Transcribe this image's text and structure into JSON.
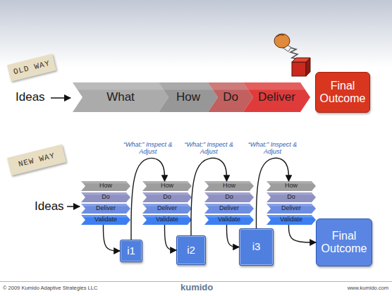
{
  "diagram": {
    "nodes": [
      {
        "text": [
          "OLD WAY"
        ]
      },
      {
        "text": [
          "What"
        ]
      },
      {
        "text": [
          "How"
        ]
      },
      {
        "text": [
          "Do"
        ]
      },
      {
        "text": [
          "Deliver"
        ]
      },
      {
        "text": [
          "Final Outcome"
        ]
      },
      {
        "text": [
          "NEW WAY"
        ]
      },
      {
        "text": [
          "How"
        ]
      },
      {
        "text": [
          "Do"
        ]
      },
      {
        "text": [
          "Deliver"
        ]
      },
      {
        "text": [
          "Validate"
        ]
      },
      {
        "text": [
          "i1"
        ]
      },
      {
        "text": [
          "How"
        ]
      },
      {
        "text": [
          "Do"
        ]
      },
      {
        "text": [
          "Deliver"
        ]
      },
      {
        "text": [
          "Validate"
        ]
      },
      {
        "text": [
          "i2"
        ]
      },
      {
        "text": [
          "How"
        ]
      },
      {
        "text": [
          "Do"
        ]
      },
      {
        "text": [
          "Deliver"
        ]
      },
      {
        "text": [
          "Validate"
        ]
      },
      {
        "text": [
          "i3"
        ]
      },
      {
        "text": [
          "How"
        ]
      },
      {
        "text": [
          "Do"
        ]
      },
      {
        "text": [
          "Deliver"
        ]
      },
      {
        "text": [
          "Validate"
        ]
      },
      {
        "text": [
          "Final Outcome"
        ]
      }
    ],
    "edges": [
      {
        "from": 10,
        "to": 11,
        "arrow": "to"
      },
      {
        "from": 11,
        "to": 12,
        "arrow": "to",
        "label": "“What:” Inspect & Adjust"
      },
      {
        "from": 15,
        "to": 16,
        "arrow": "to"
      },
      {
        "from": 16,
        "to": 17,
        "arrow": "to",
        "label": "“What:” Inspect & Adjust"
      },
      {
        "from": 20,
        "to": 21,
        "arrow": "to"
      },
      {
        "from": 21,
        "to": 22,
        "arrow": "to",
        "label": "“What:” Inspect & Adjust"
      },
      {
        "from": 25,
        "to": 26,
        "arrow": "to"
      }
    ],
    "labels": [
      "Ideas",
      "Ideas",
      "© 2009 Kumido Adaptive Strategies LLC",
      "kumido",
      "www.kumido.com"
    ]
  }
}
